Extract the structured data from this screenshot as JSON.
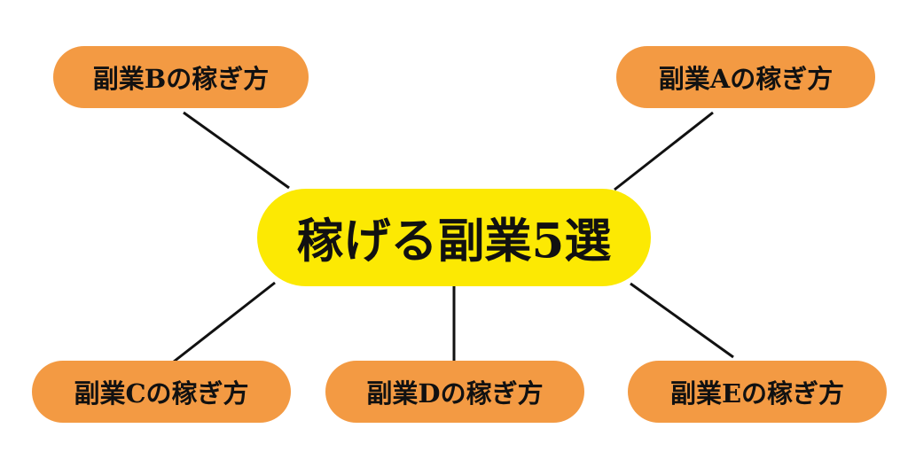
{
  "center": {
    "label": "稼げる副業5選"
  },
  "branches": [
    {
      "id": "b",
      "label": "副業Bの稼ぎ方"
    },
    {
      "id": "a",
      "label": "副業Aの稼ぎ方"
    },
    {
      "id": "c",
      "label": "副業Cの稼ぎ方"
    },
    {
      "id": "d",
      "label": "副業Dの稼ぎ方"
    },
    {
      "id": "e",
      "label": "副業Eの稼ぎ方"
    }
  ],
  "colors": {
    "center_fill": "#fce903",
    "branch_fill": "#f39a43",
    "line": "#111111",
    "text": "#111111"
  }
}
